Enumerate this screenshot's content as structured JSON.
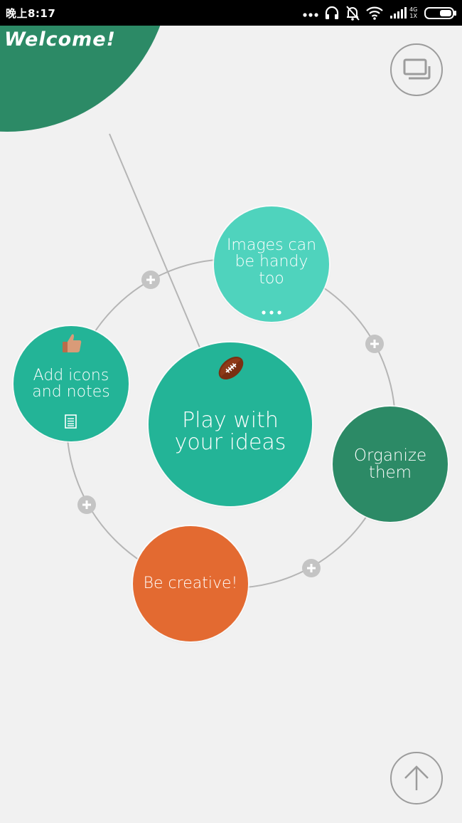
{
  "status_bar": {
    "time": "晚上8:17",
    "network_label_top": "4G",
    "network_label_bottom": "1X"
  },
  "welcome": {
    "title": "Welcome!"
  },
  "nodes": {
    "center": {
      "label": "Play with your ideas",
      "icon": "football-icon"
    },
    "images": {
      "label": "Images can be handy too",
      "icon": "more-dots-icon"
    },
    "icons": {
      "label": "Add icons and notes",
      "icon": "thumbs-up-icon",
      "note_icon": "note-icon"
    },
    "organize": {
      "label": "Organize them"
    },
    "creative": {
      "label": "Be creative!"
    }
  },
  "buttons": {
    "top_right_icon": "slides-icon",
    "bottom_right_icon": "arrow-up-icon"
  },
  "colors": {
    "background": "#f1f1f1",
    "dark_green": "#2c8a66",
    "teal": "#23b497",
    "light_teal": "#4fd3bd",
    "orange": "#e36a31",
    "connector": "#b5b5b5"
  }
}
